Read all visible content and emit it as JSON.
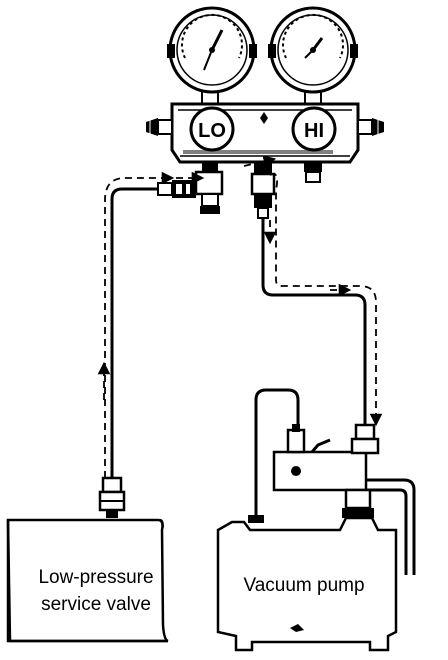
{
  "manifold": {
    "low_label": "LO",
    "high_label": "HI"
  },
  "labels": {
    "low_pressure_line1": "Low-pressure",
    "low_pressure_line2": "service valve",
    "vacuum_pump": "Vacuum pump"
  },
  "colors": {
    "line": "#000000",
    "background": "#ffffff"
  }
}
